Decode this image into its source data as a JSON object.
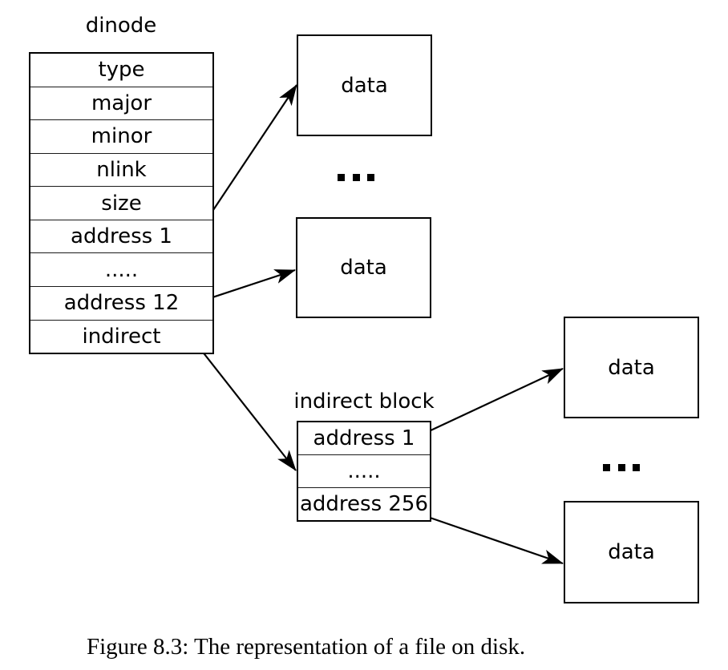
{
  "figure": {
    "dinode": {
      "title": "dinode",
      "rows": [
        "type",
        "major",
        "minor",
        "nlink",
        "size",
        "address 1",
        ".....",
        "address 12",
        "indirect"
      ]
    },
    "indirect_block": {
      "title": "indirect block",
      "rows": [
        "address 1",
        ".....",
        "address 256"
      ]
    },
    "data_blocks": [
      {
        "label": "data"
      },
      {
        "label": "data"
      },
      {
        "label": "data"
      },
      {
        "label": "data"
      }
    ],
    "ellipses": [
      "...",
      "..."
    ],
    "caption": "Figure 8.3: The representation of a file on disk.",
    "colors": {
      "ink": "#000000",
      "background": "#ffffff"
    }
  }
}
